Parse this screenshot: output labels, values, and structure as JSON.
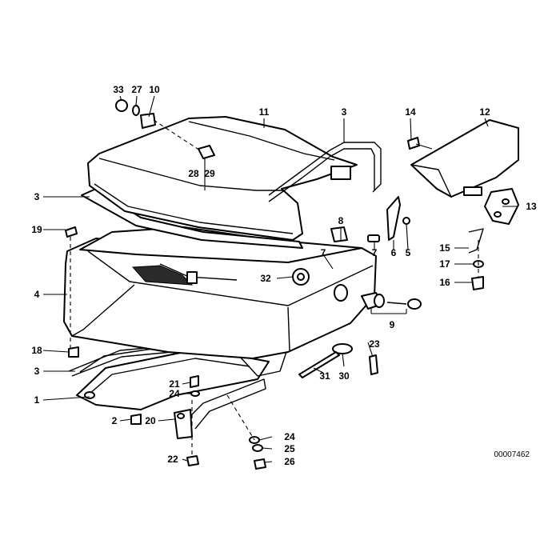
{
  "callouts": {
    "c1": "1",
    "c2": "2",
    "c3a": "3",
    "c3b": "3",
    "c3c": "3",
    "c4": "4",
    "c5": "5",
    "c6": "6",
    "c7": "7",
    "c8": "8",
    "c9": "9",
    "c10": "10",
    "c11": "11",
    "c12": "12",
    "c13": "13",
    "c14": "14",
    "c15": "15",
    "c16": "16",
    "c17": "17",
    "c18": "18",
    "c19": "19",
    "c20": "20",
    "c21": "21",
    "c22": "22",
    "c23": "23",
    "c24a": "24",
    "c24b": "24",
    "c25": "25",
    "c26": "26",
    "c27": "27",
    "c28": "28",
    "c29": "29",
    "c30": "30",
    "c31": "31",
    "c32": "32",
    "c33": "33"
  },
  "document_number": "00007462"
}
